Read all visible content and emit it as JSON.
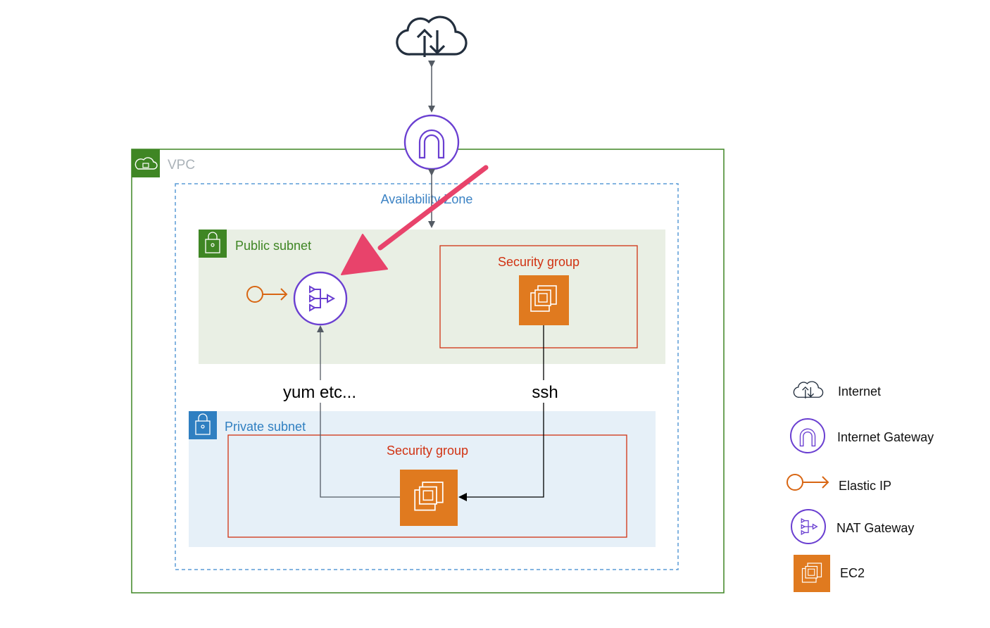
{
  "diagram": {
    "vpc": {
      "label": "VPC",
      "icon": "vpc-cloud-lock-icon",
      "color": "#3f8624"
    },
    "availability_zone": {
      "label": "Availability Zone",
      "color": "#3b82c4"
    },
    "public_subnet": {
      "label": "Public subnet",
      "icon": "lock-icon",
      "color": "#3f8624",
      "fill": "#e9efe4"
    },
    "private_subnet": {
      "label": "Private subnet",
      "icon": "lock-icon",
      "color": "#2f7fc1",
      "fill": "#e6f0f8"
    },
    "public_security_group": {
      "label": "Security group",
      "color": "#d13212"
    },
    "private_security_group": {
      "label": "Security group",
      "color": "#d13212"
    },
    "edges": {
      "yum": "yum etc...",
      "ssh": "ssh"
    },
    "highlight_arrow_color": "#e8436b",
    "colors": {
      "gateway": "#6a3fd1",
      "elastic_ip": "#d86613",
      "ec2": "#e07a1f",
      "internet": "#232f3e"
    }
  },
  "legend": [
    {
      "icon": "internet-cloud-icon",
      "label": "Internet"
    },
    {
      "icon": "internet-gateway-icon",
      "label": "Internet Gateway"
    },
    {
      "icon": "elastic-ip-icon",
      "label": "Elastic IP"
    },
    {
      "icon": "nat-gateway-icon",
      "label": "NAT Gateway"
    },
    {
      "icon": "ec2-icon",
      "label": "EC2"
    }
  ]
}
